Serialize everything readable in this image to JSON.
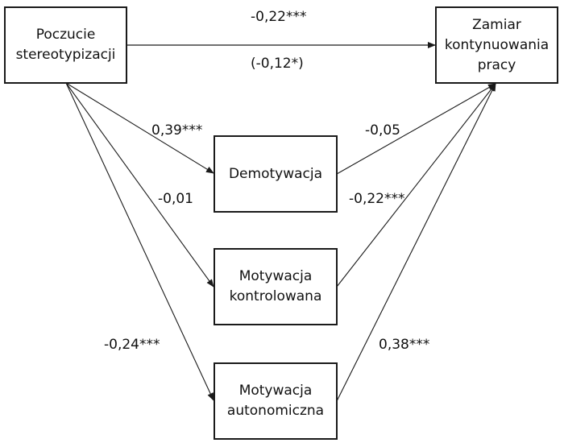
{
  "diagram": {
    "type": "mediation-path-model",
    "nodes": {
      "predictor": {
        "id": "poczucie",
        "lines": [
          "Poczucie",
          "stereotypizacji"
        ]
      },
      "outcome": {
        "id": "zamiar",
        "lines": [
          "Zamiar",
          "kontynuowania",
          "pracy"
        ]
      },
      "mediator1": {
        "id": "demotywacja",
        "lines": [
          "Demotywacja"
        ]
      },
      "mediator2": {
        "id": "motyw_kontrolowana",
        "lines": [
          "Motywacja",
          "kontrolowana"
        ]
      },
      "mediator3": {
        "id": "motyw_autonomiczna",
        "lines": [
          "Motywacja",
          "autonomiczna"
        ]
      }
    },
    "edges": [
      {
        "from": "poczucie",
        "to": "zamiar",
        "label": "-0,22***",
        "label_secondary": "(-0,12*)"
      },
      {
        "from": "poczucie",
        "to": "demotywacja",
        "label": "0,39***"
      },
      {
        "from": "poczucie",
        "to": "motyw_kontrolowana",
        "label": "-0,01"
      },
      {
        "from": "poczucie",
        "to": "motyw_autonomiczna",
        "label": "-0,24***"
      },
      {
        "from": "demotywacja",
        "to": "zamiar",
        "label": "-0,05"
      },
      {
        "from": "motyw_kontrolowana",
        "to": "zamiar",
        "label": "-0,22***"
      },
      {
        "from": "motyw_autonomiczna",
        "to": "zamiar",
        "label": "0,38***"
      }
    ],
    "colors": {
      "line": "#1a1a1a",
      "text": "#111111",
      "background": "#ffffff"
    }
  }
}
